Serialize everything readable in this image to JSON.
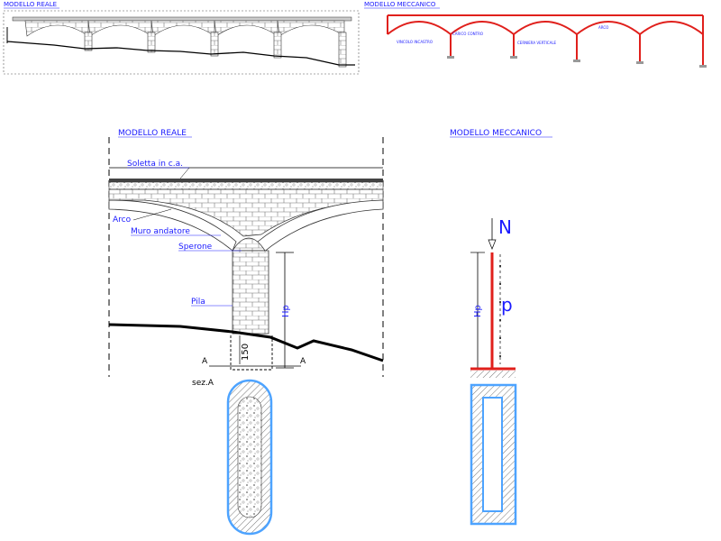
{
  "top": {
    "real_title": "MODELLO REALE",
    "mech_title": "MODELLO MECCANICO",
    "mech_labels": [
      "VINCOLO INCASTRO",
      "CARICO CONTRO",
      "CERNIERA VERTICALE",
      "ARCO"
    ]
  },
  "detail": {
    "real_title": "MODELLO REALE",
    "mech_title": "MODELLO MECCANICO",
    "labels": {
      "soletta": "Soletta in c.a.",
      "arco": "Arco",
      "muro": "Muro andatore",
      "sperone": "Sperone",
      "pila": "Pila",
      "hp": "Hp",
      "dim150": "150",
      "secA_left": "A",
      "secA_right": "A",
      "sez": "sez.A"
    },
    "mech": {
      "N": "N",
      "p": "p",
      "hp": "Hp"
    }
  },
  "colors": {
    "blue": "#1a1aff",
    "red": "#e0201c",
    "section_outline": "#4da3ff",
    "black": "#000000"
  }
}
